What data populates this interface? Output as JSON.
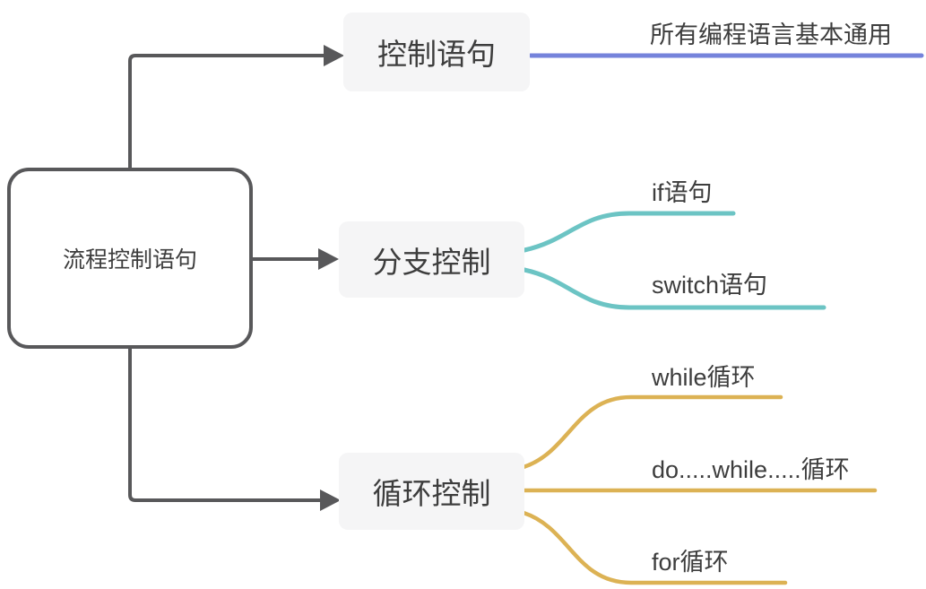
{
  "root": {
    "label": "流程控制语句"
  },
  "branches": [
    {
      "label": "控制语句",
      "color": "#7583db",
      "children": [
        {
          "label": "所有编程语言基本通用"
        }
      ]
    },
    {
      "label": "分支控制",
      "color": "#6cc4c4",
      "children": [
        {
          "label": "if语句"
        },
        {
          "label": "switch语句"
        }
      ]
    },
    {
      "label": "循环控制",
      "color": "#dcb254",
      "children": [
        {
          "label": "while循环"
        },
        {
          "label": "do.....while.....循环"
        },
        {
          "label": "for循环"
        }
      ]
    }
  ],
  "colors": {
    "connector": "#58585a",
    "node_background": "#f5f5f6",
    "text": "#3d3d3d"
  }
}
